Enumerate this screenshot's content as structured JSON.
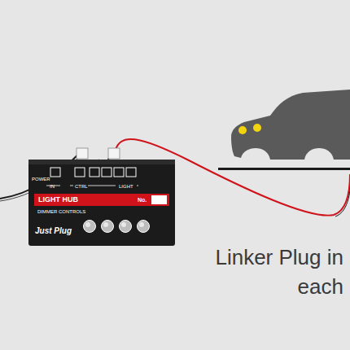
{
  "diagram": {
    "nodes": [
      {
        "text": [
          "POWER",
          "IN",
          "CTRL",
          "LIGHT",
          "LIGHT HUB",
          "No.",
          "DIMMER CONTROLS",
          "Just Plug"
        ]
      }
    ],
    "labels": [
      "Linker Plug in each"
    ]
  }
}
